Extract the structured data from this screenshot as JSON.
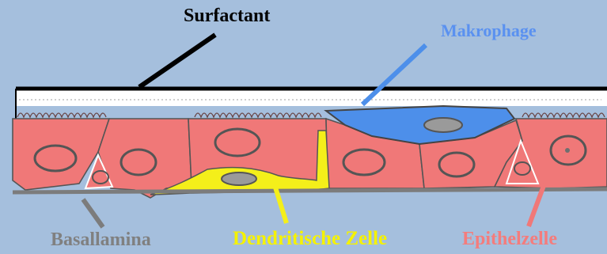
{
  "labels": {
    "surfactant": "Surfactant",
    "makrophage": "Makrophage",
    "basallamina": "Basallamina",
    "dendritic": "Dendritische Zelle",
    "epithel": "Epithelzelle"
  },
  "colors": {
    "background": "#a5bfdd",
    "epithelial_cell": "#f07878",
    "macrophage": "#4d8fea",
    "dendritic_cell": "#f4ef1a",
    "basal_lamina": "#7c7c7c",
    "nucleus": "#9a9a9a",
    "surfactant_label": "#000000",
    "makrophage_label": "#5a91f0",
    "basallamina_label": "#808080",
    "dendritic_label": "#f5f200",
    "epithel_label": "#f47c7c"
  }
}
